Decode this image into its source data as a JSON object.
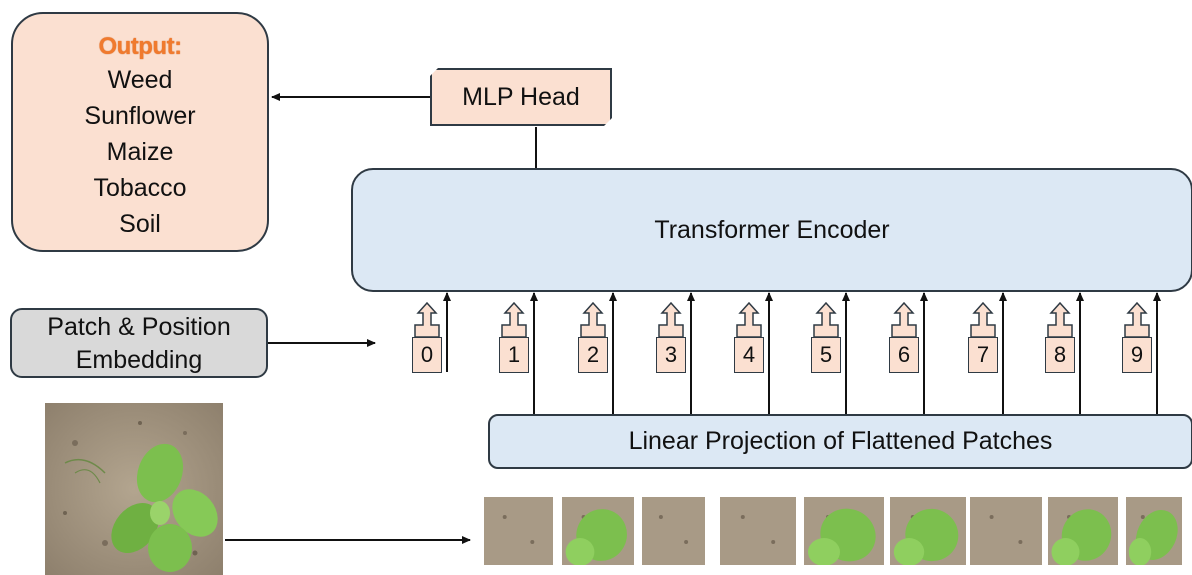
{
  "output": {
    "title": "Output:",
    "classes": [
      "Weed",
      "Sunflower",
      "Maize",
      "Tobacco",
      "Soil"
    ]
  },
  "mlp_head": {
    "label": "MLP Head"
  },
  "encoder": {
    "label": "Transformer Encoder"
  },
  "embedding": {
    "line1": "Patch & Position",
    "line2": "Embedding"
  },
  "linear_projection": {
    "label": "Linear Projection of Flattened Patches"
  },
  "tokens": [
    "0",
    "1",
    "2",
    "3",
    "4",
    "5",
    "6",
    "7",
    "8",
    "9"
  ],
  "image_patches": [
    {
      "leaf": false
    },
    {
      "leaf": true
    },
    {
      "leaf": false
    },
    {
      "leaf": false
    },
    {
      "leaf": true
    },
    {
      "leaf": true
    },
    {
      "leaf": false
    },
    {
      "leaf": true
    },
    {
      "leaf": true
    }
  ],
  "colors": {
    "output_fill": "#fbe0d1",
    "output_title": "#f07a2e",
    "encoder_fill": "#dce8f4",
    "embedding_fill": "#d9d9d9",
    "soil": "#a89a86",
    "leaf": "#7cbf4e"
  }
}
